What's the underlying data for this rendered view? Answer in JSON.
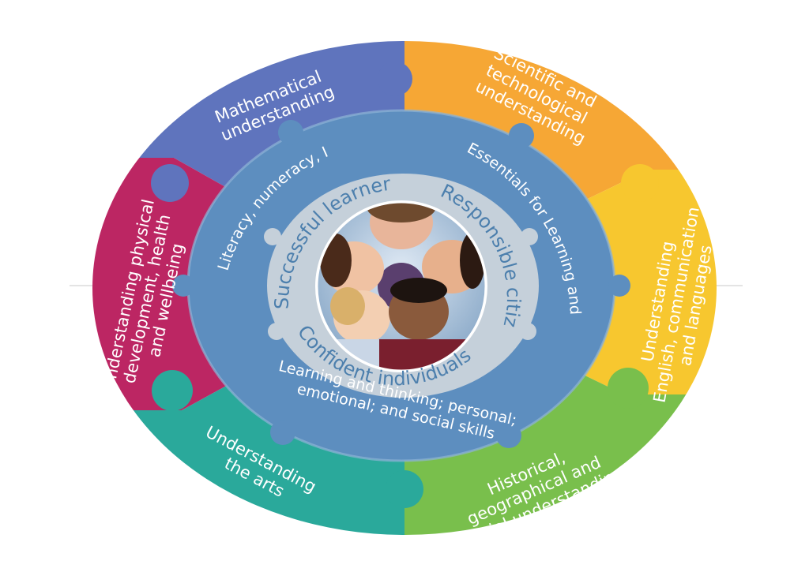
{
  "outer_segments": [
    {
      "id": "math",
      "lines": [
        "Mathematical",
        "understanding"
      ],
      "color": "#5f74bd"
    },
    {
      "id": "sci",
      "lines": [
        "Scientific and",
        "technological",
        "understanding"
      ],
      "color": "#f6a735"
    },
    {
      "id": "eng",
      "lines": [
        "Understanding",
        "English, communication",
        "and languages"
      ],
      "color": "#f7c72f"
    },
    {
      "id": "hist",
      "lines": [
        "Historical,",
        "geographical and",
        "social understanding"
      ],
      "color": "#79bf4c"
    },
    {
      "id": "arts",
      "lines": [
        "Understanding",
        "the arts"
      ],
      "color": "#2aa99b"
    },
    {
      "id": "phys",
      "lines": [
        "Understanding physical",
        "development, health",
        "and wellbeing"
      ],
      "color": "#bc2663"
    }
  ],
  "middle_ring": {
    "color": "#5d8ebf",
    "labels": {
      "literacy": "Literacy, numeracy, ICT",
      "essentials": "Essentials for Learning and Life",
      "learning_1": "Learning and thinking; personal;",
      "learning_2": "emotional; and social skills"
    }
  },
  "inner_ring": {
    "color": "#c5d0da",
    "labels": {
      "successful": "Successful learners",
      "responsible": "Responsible citizens",
      "confident": "Confident individuals"
    }
  },
  "center_photo": {
    "icon": "children-group-photo"
  }
}
